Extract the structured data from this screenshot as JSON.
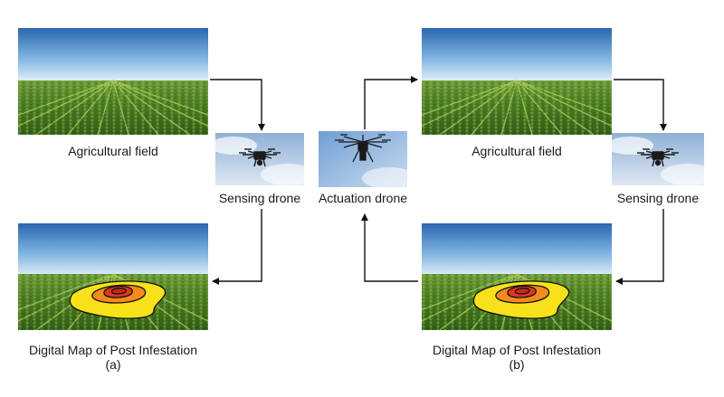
{
  "panel_a": {
    "field_label": "Agricultural field",
    "sensing_label": "Sensing drone",
    "map_label": "Digital Map of Post Infestation",
    "sub_label": "(a)"
  },
  "panel_b": {
    "actuation_label": "Actuation drone",
    "field_label": "Agricultural field",
    "sensing_label": "Sensing drone",
    "map_label": "Digital Map of Post Infestation",
    "sub_label": "(b)"
  },
  "colors": {
    "sky_top": "#2f6fb8",
    "sky_bottom": "#d6e9f7",
    "crop_dark": "#2e5a17",
    "crop_light": "#7fae3a",
    "infest_outer": "#f7e11a",
    "infest_mid": "#f28a1e",
    "infest_inner": "#e0361f",
    "arrow": "#111111"
  }
}
